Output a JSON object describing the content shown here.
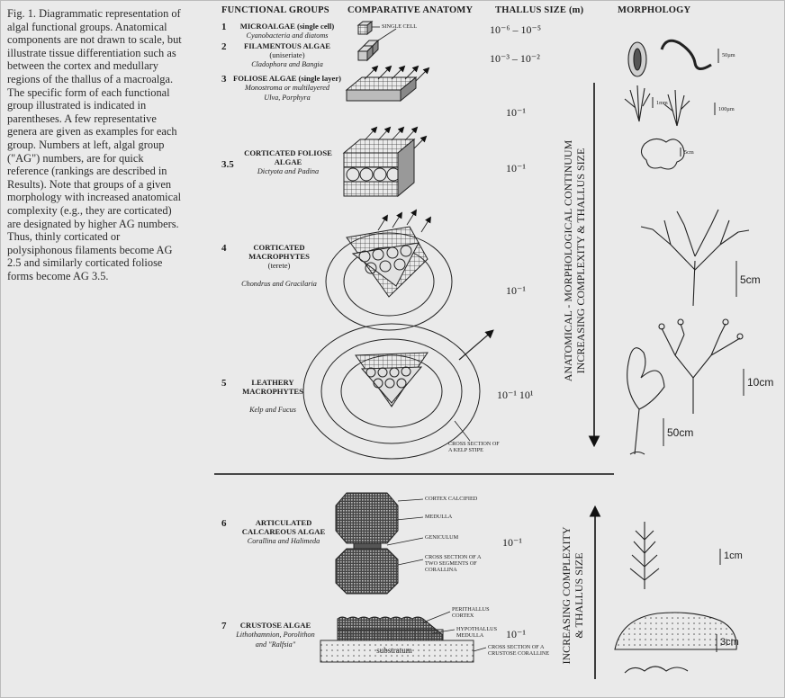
{
  "caption": "Fig. 1. Diagrammatic representation of algal functional groups. Anatomical components are not drawn to scale, but illustrate tissue differentiation such as between the cortex and medullary regions of the thallus of a macroalga. The specific form of each functional group illustrated is indicated in parentheses. A few representative genera are given as examples for each group. Numbers at left, algal group (\"AG\") numbers, are for quick reference (rankings are described in Results). Note that groups of a given morphology with increased anatomical complexity (e.g., they are corticated) are designated by higher AG numbers. Thus, thinly corticated or polysiphonous filaments become AG 2.5 and similarly corticated foliose forms become AG 3.5.",
  "headers": {
    "functional_groups": "FUNCTIONAL GROUPS",
    "comparative_anatomy": "COMPARATIVE ANATOMY",
    "thallus_size": "THALLUS SIZE (m)",
    "morphology": "MORPHOLOGY"
  },
  "groups": [
    {
      "num": "1",
      "name": "MICROALGAE (single cell)",
      "genera": "Cyanobacteria and diatoms",
      "size": "10⁻⁶ – 10⁻⁵"
    },
    {
      "num": "2",
      "name": "FILAMENTOUS ALGAE",
      "form": "(uniseriate)",
      "genera": "Cladophora and Bangia",
      "size": "10⁻³ – 10⁻²"
    },
    {
      "num": "3",
      "name": "FOLIOSE ALGAE (single layer)",
      "form": "Monostroma or multilayered",
      "genera": "Ulva, Porphyra",
      "size": "10⁻¹"
    },
    {
      "num": "3.5",
      "name": "CORTICATED FOLIOSE ALGAE",
      "genera": "Dictyota and Padina",
      "size": "10⁻¹"
    },
    {
      "num": "4",
      "name": "CORTICATED MACROPHYTES",
      "form": "(terete)",
      "genera": "Chondrus and Gracilaria",
      "size": "10⁻¹"
    },
    {
      "num": "5",
      "name": "LEATHERY MACROPHYTES",
      "genera": "Kelp and Fucus",
      "size": "10⁻¹  10¹"
    },
    {
      "num": "6",
      "name": "ARTICULATED CALCAREOUS ALGAE",
      "genera": "Corallina and Halimeda",
      "size": "10⁻¹"
    },
    {
      "num": "7",
      "name": "CRUSTOSE ALGAE",
      "genera": "Lithothamnion, Porolithon and \"Ralfsia\"",
      "size": "10⁻¹"
    }
  ],
  "anatomy_labels": {
    "single_cell": "SINGLE CELL",
    "kelp_section": "CROSS SECTION OF A KELP STIPE",
    "cortex_calcified": "CORTEX CALCIFIED",
    "medulla": "MEDULLA",
    "geniculum": "GENICULUM",
    "coralline_section": "CROSS SECTION OF A TWO SEGMENTS OF CORALLINA",
    "perithallus": "PERITHALLUS CORTEX",
    "hypothallus": "HYPOTHALLUS MEDULLA",
    "substratum": "substratum",
    "crustose_section": "CROSS SECTION OF A CRUSTOSE CORALLINE"
  },
  "morph_scales": {
    "s1": "50µm",
    "s2": "1mm",
    "s3": "100µm",
    "s4": "5cm",
    "s5": "5cm",
    "s6": "10cm",
    "s7": "50cm",
    "s8": "1cm",
    "s9": "3cm"
  },
  "continuum_top_line1": "ANATOMICAL - MORPHOLOGICAL CONTINUUM",
  "continuum_top_line2": "INCREASING COMPLEXITY & THALLUS SIZE",
  "continuum_bottom_line1": "INCREASING COMPLEXITY",
  "continuum_bottom_line2": "& THALLUS SIZE"
}
